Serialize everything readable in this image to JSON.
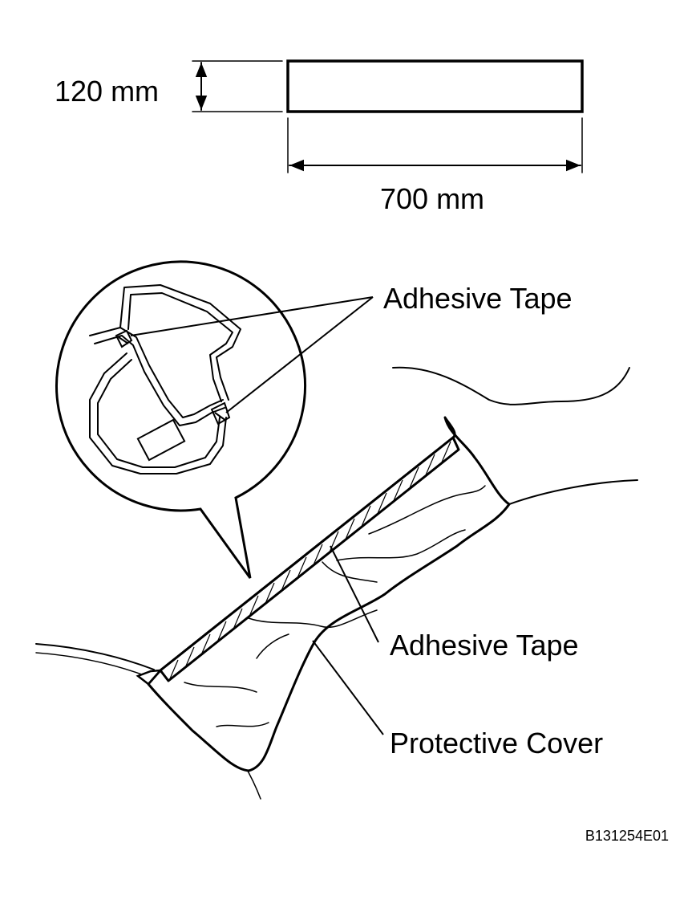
{
  "dimensions": {
    "height_label": "120 mm",
    "width_label": "700 mm"
  },
  "callouts": {
    "adhesive_tape_top": "Adhesive Tape",
    "adhesive_tape_bottom": "Adhesive Tape",
    "protective_cover": "Protective Cover"
  },
  "figure_code": "B131254E01"
}
